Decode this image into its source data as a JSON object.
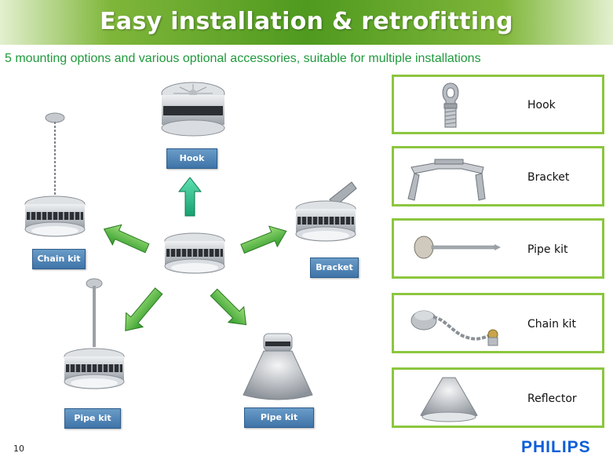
{
  "header": {
    "title": "Easy installation & retrofitting"
  },
  "subtitle": "5 mounting options and various optional accessories, suitable for multiple installations",
  "diagram": {
    "hook_label": "Hook",
    "chain_label": "Chain kit",
    "bracket_label": "Bracket",
    "pipe_left_label": "Pipe kit",
    "pipe_right_label": "Pipe kit"
  },
  "accessories": [
    {
      "label": "Hook",
      "icon": "hook-icon"
    },
    {
      "label": "Bracket",
      "icon": "bracket-icon"
    },
    {
      "label": "Pipe kit",
      "icon": "pipe-kit-icon"
    },
    {
      "label": "Chain kit",
      "icon": "chain-kit-icon"
    },
    {
      "label": "Reflector",
      "icon": "reflector-icon"
    }
  ],
  "footer": {
    "page_number": "10",
    "logo": "PHILIPS"
  },
  "colors": {
    "banner": "#4f9a1f",
    "subtitle": "#1f9a3c",
    "box_border": "#8cc63f",
    "tag": "#3f74a8",
    "logo": "#0b5ed7"
  }
}
